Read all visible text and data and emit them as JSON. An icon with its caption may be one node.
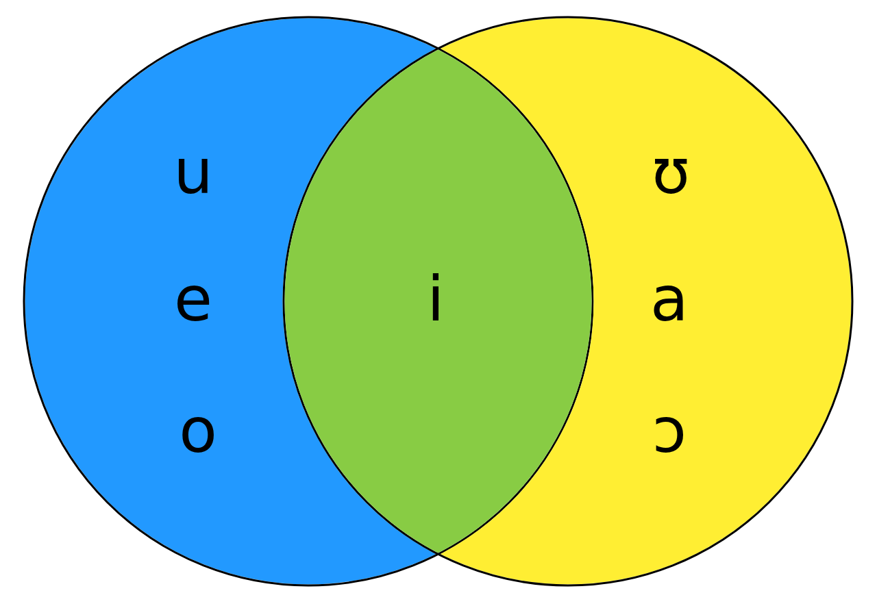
{
  "diagram": {
    "nodes": [
      {
        "text": [
          "u",
          "e",
          "o"
        ]
      },
      {
        "text": [
          "i"
        ]
      },
      {
        "text": [
          "ʊ",
          "a",
          "ɔ"
        ]
      }
    ]
  }
}
